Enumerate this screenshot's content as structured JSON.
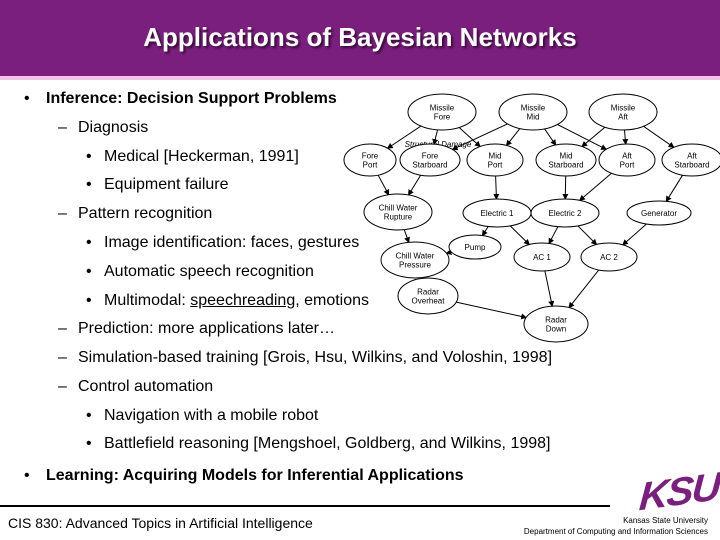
{
  "title": "Applications of Bayesian Networks",
  "bullets": [
    {
      "level": 1,
      "marker": "•",
      "text": "Inference: Decision Support Problems"
    },
    {
      "level": 2,
      "marker": "–",
      "text": "Diagnosis"
    },
    {
      "level": 3,
      "marker": "•",
      "text": "Medical [Heckerman, 1991]"
    },
    {
      "level": 3,
      "marker": "•",
      "text": "Equipment failure"
    },
    {
      "level": 2,
      "marker": "–",
      "text": "Pattern recognition"
    },
    {
      "level": 3,
      "marker": "•",
      "text": "Image identification: faces, gestures"
    },
    {
      "level": 3,
      "marker": "•",
      "text": "Automatic speech recognition"
    },
    {
      "level": 3,
      "marker": "•",
      "text_before": "Multimodal: ",
      "text_underlined": "speechreading",
      "text_after": ", emotions"
    },
    {
      "level": 2,
      "marker": "–",
      "text": "Prediction: more applications later…"
    },
    {
      "level": 2,
      "marker": "–",
      "text": "Simulation-based training [Grois, Hsu, Wilkins, and Voloshin, 1998]"
    },
    {
      "level": 2,
      "marker": "–",
      "text": "Control automation"
    },
    {
      "level": 3,
      "marker": "•",
      "text": "Navigation with a mobile robot"
    },
    {
      "level": 3,
      "marker": "•",
      "text": "Battlefield reasoning [Mengshoel, Goldberg, and Wilkins, 1998]"
    },
    {
      "level": 1,
      "marker": "•",
      "text": "Learning: Acquiring Models for Inferential Applications"
    }
  ],
  "network": {
    "nodes": [
      {
        "id": "missile_fore",
        "lines": [
          "Missile",
          "Fore"
        ]
      },
      {
        "id": "missile_mid",
        "lines": [
          "Missile",
          "Mid"
        ]
      },
      {
        "id": "missile_aft",
        "lines": [
          "Missile",
          "Aft"
        ]
      },
      {
        "id": "structural_damage",
        "lines": [
          "Structural Damage"
        ]
      },
      {
        "id": "fore_port",
        "lines": [
          "Fore",
          "Port"
        ]
      },
      {
        "id": "fore_starboard",
        "lines": [
          "Fore",
          "Starboard"
        ]
      },
      {
        "id": "mid_port",
        "lines": [
          "Mid",
          "Port"
        ]
      },
      {
        "id": "mid_starboard",
        "lines": [
          "Mid",
          "Starboard"
        ]
      },
      {
        "id": "aft_port",
        "lines": [
          "Aft",
          "Port"
        ]
      },
      {
        "id": "aft_starboard",
        "lines": [
          "Aft",
          "Starboard"
        ]
      },
      {
        "id": "chill_water_rupture",
        "lines": [
          "Chill Water",
          "Rupture"
        ]
      },
      {
        "id": "electric_1",
        "lines": [
          "Electric 1"
        ]
      },
      {
        "id": "electric_2",
        "lines": [
          "Electric 2"
        ]
      },
      {
        "id": "generator",
        "lines": [
          "Generator"
        ]
      },
      {
        "id": "pump",
        "lines": [
          "Pump"
        ]
      },
      {
        "id": "ac_1",
        "lines": [
          "AC 1"
        ]
      },
      {
        "id": "ac_2",
        "lines": [
          "AC 2"
        ]
      },
      {
        "id": "chill_water_pressure",
        "lines": [
          "Chill Water",
          "Pressure"
        ]
      },
      {
        "id": "radar_overheat",
        "lines": [
          "Radar",
          "Overheat"
        ]
      },
      {
        "id": "radar_down",
        "lines": [
          "Radar",
          "Down"
        ]
      }
    ],
    "edges": [
      [
        "missile_fore",
        "fore_port"
      ],
      [
        "missile_fore",
        "fore_starboard"
      ],
      [
        "missile_fore",
        "mid_port"
      ],
      [
        "missile_mid",
        "fore_starboard"
      ],
      [
        "missile_mid",
        "mid_port"
      ],
      [
        "missile_mid",
        "mid_starboard"
      ],
      [
        "missile_mid",
        "aft_port"
      ],
      [
        "missile_aft",
        "mid_starboard"
      ],
      [
        "missile_aft",
        "aft_port"
      ],
      [
        "missile_aft",
        "aft_starboard"
      ],
      [
        "fore_port",
        "chill_water_rupture"
      ],
      [
        "fore_starboard",
        "chill_water_rupture"
      ],
      [
        "mid_port",
        "electric_1"
      ],
      [
        "mid_starboard",
        "electric_2"
      ],
      [
        "aft_port",
        "electric_2"
      ],
      [
        "aft_starboard",
        "generator"
      ],
      [
        "chill_water_rupture",
        "chill_water_pressure"
      ],
      [
        "electric_1",
        "pump"
      ],
      [
        "electric_1",
        "ac_1"
      ],
      [
        "electric_2",
        "ac_1"
      ],
      [
        "electric_2",
        "ac_2"
      ],
      [
        "generator",
        "ac_2"
      ],
      [
        "pump",
        "chill_water_pressure"
      ],
      [
        "ac_1",
        "radar_down"
      ],
      [
        "ac_2",
        "radar_down"
      ],
      [
        "chill_water_pressure",
        "radar_overheat"
      ],
      [
        "radar_overheat",
        "radar_down"
      ]
    ]
  },
  "footer": {
    "course": "CIS 830: Advanced Topics in Artificial Intelligence",
    "logo_text": "KSU",
    "university": "Kansas State University",
    "department": "Department of Computing and Information Sciences"
  },
  "colors": {
    "title_bar": "#7a1f7e",
    "title_text": "#ffffff"
  }
}
